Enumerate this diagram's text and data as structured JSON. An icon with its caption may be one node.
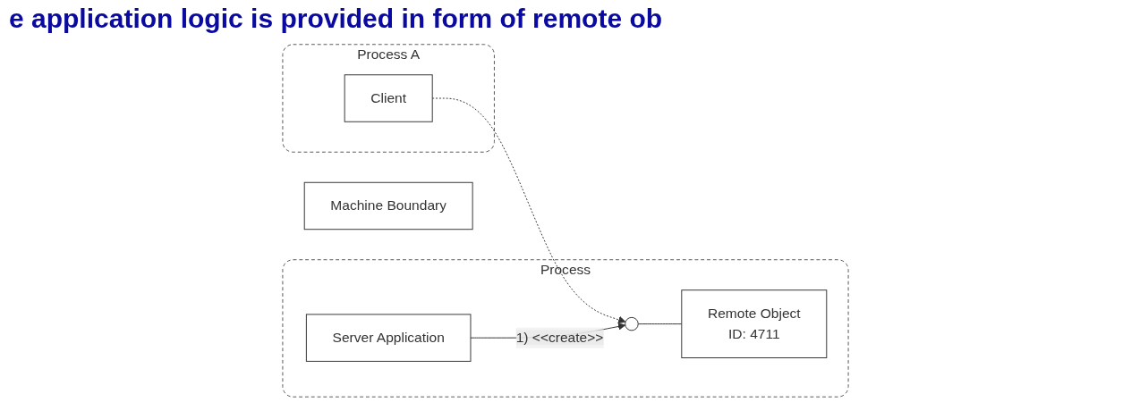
{
  "diagram": {
    "title": "e application logic is provided in form of remote ob",
    "nodes": [
      {
        "text": [
          "Process A"
        ]
      },
      {
        "text": [
          "Client"
        ],
        "in": 0
      },
      {
        "text": [
          "Machine Boundary"
        ]
      },
      {
        "text": [
          "Process"
        ]
      },
      {
        "text": [],
        "shape": "circle",
        "in": 3
      },
      {
        "text": [
          "Remote Object",
          "ID: 4711"
        ],
        "in": 3
      },
      {
        "text": [
          "Server Application"
        ],
        "in": 3
      }
    ],
    "edges": [
      {
        "from": 1,
        "to": 4,
        "arrow": "to",
        "style": "dashed"
      },
      {
        "from": 4,
        "to": 5,
        "arrow": "none"
      },
      {
        "from": 6,
        "to": 4,
        "arrow": "to",
        "label": "1) <<create>>"
      }
    ]
  }
}
